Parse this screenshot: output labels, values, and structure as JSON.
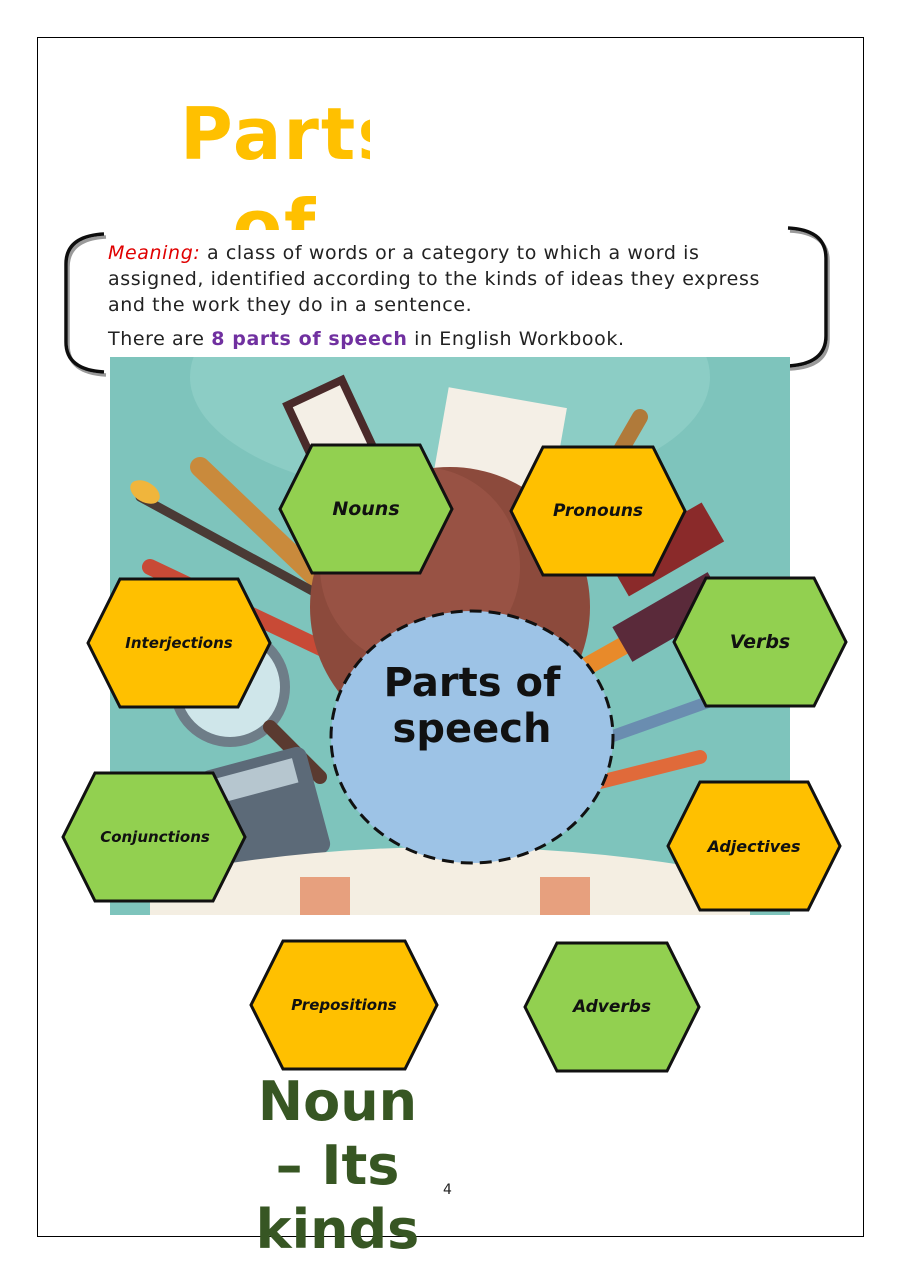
{
  "page": {
    "title_top": "Parts of speech",
    "meaning_label": "Meaning:",
    "meaning_text": " a class of words or a category to which a word is assigned, identified according to the kinds of ideas they express and the work they do in a sentence.",
    "count_prefix": "There are ",
    "count_highlight": "8 parts of speech",
    "count_suffix": " in English Workbook.",
    "center_label": "Parts of speech",
    "title_bottom": "Noun – Its kinds",
    "page_number": "4"
  },
  "hexagons": [
    {
      "label": "Nouns",
      "color": "#92d050"
    },
    {
      "label": "Pronouns",
      "color": "#ffc000"
    },
    {
      "label": "Interjections",
      "color": "#ffc000"
    },
    {
      "label": "Verbs",
      "color": "#92d050"
    },
    {
      "label": "Conjunctions",
      "color": "#92d050"
    },
    {
      "label": "Adjectives",
      "color": "#ffc000"
    },
    {
      "label": "Prepositions",
      "color": "#ffc000"
    },
    {
      "label": "Adverbs",
      "color": "#92d050"
    }
  ],
  "colors": {
    "title_top": "#ffc000",
    "title_bottom": "#375623",
    "meaning_label": "#e00000",
    "highlight": "#7030a0",
    "center_circle": "#9dc3e6",
    "illustration_bg": "#7ec4bc"
  },
  "icons": [
    "left-bracket-icon",
    "right-bracket-icon",
    "classroom-illustration"
  ]
}
